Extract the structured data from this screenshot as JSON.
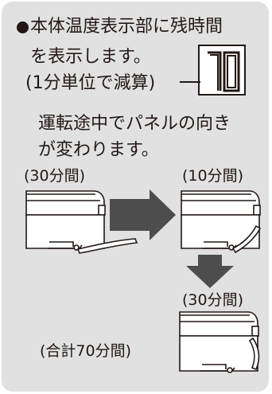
{
  "note": {
    "line1": "本体温度表示部に残時間",
    "line2": "を表示します。",
    "line3": "(1分単位で減算)",
    "display_value": "70",
    "line4": "運転途中でパネルの向き",
    "line5": "が変わります。"
  },
  "steps": [
    {
      "label": "(30分間)"
    },
    {
      "label": "(10分間)"
    },
    {
      "label": "(30分間)"
    }
  ],
  "total": "(合計70分間)",
  "colors": {
    "panel": "#e1e1e1",
    "ink": "#231815",
    "arrow": "#4d4d4d",
    "device": "#ffffff"
  }
}
